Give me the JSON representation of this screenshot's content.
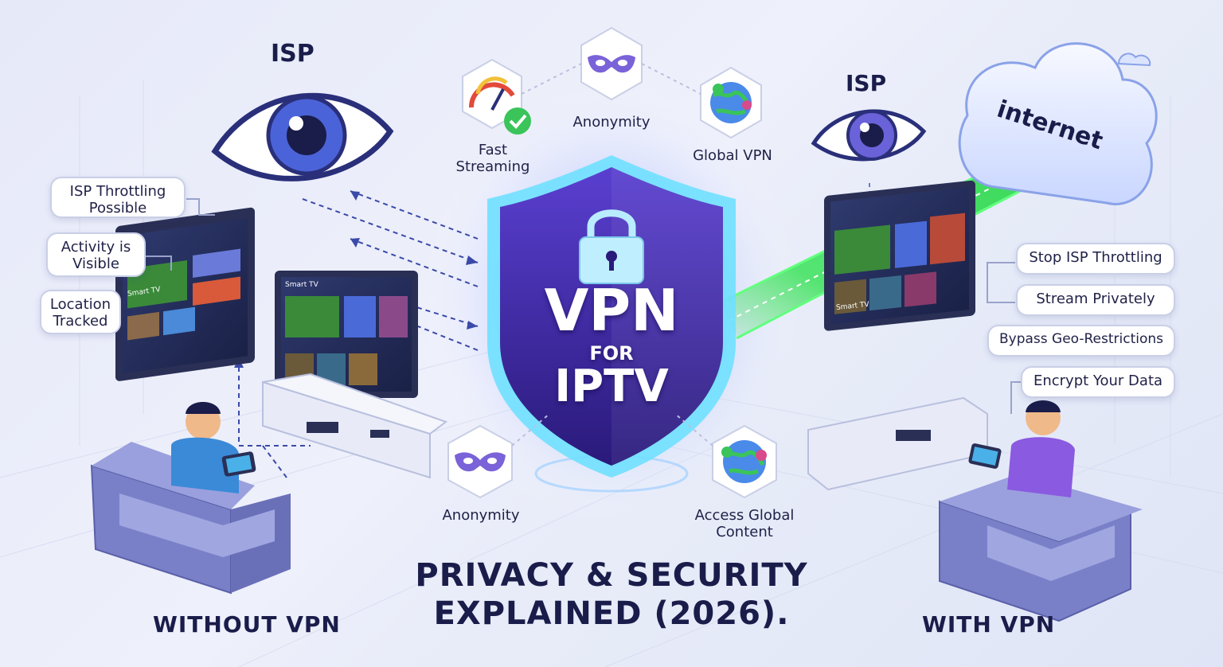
{
  "isp_left": "ISP",
  "isp_right": "ISP",
  "internet": "internet",
  "left_points": [
    "ISP Throttling Possible",
    "Activity is Visible",
    "Location Tracked"
  ],
  "right_points": [
    "Stop ISP Throttling",
    "Stream Privately",
    "Bypass Geo-Restrictions",
    "Encrypt Your Data"
  ],
  "top_features": {
    "fast": "Fast Streaming",
    "anonymity": "Anonymity",
    "global": "Global VPN"
  },
  "bottom_features": {
    "anonymity": "Anonymity",
    "access": "Access Global Content"
  },
  "shield": {
    "line1": "VPN",
    "line2": "FOR",
    "line3": "IPTV"
  },
  "title_line1": "PRIVACY & SECURITY",
  "title_line2": "EXPLAINED (2026).",
  "without_vpn": "WITHOUT VPN",
  "with_vpn": "WITH VPN",
  "tv_label": "Smart TV",
  "colors": {
    "accent_purple": "#5b3fc4",
    "tunnel_green": "#3be35a",
    "navy": "#1a1c4a"
  }
}
